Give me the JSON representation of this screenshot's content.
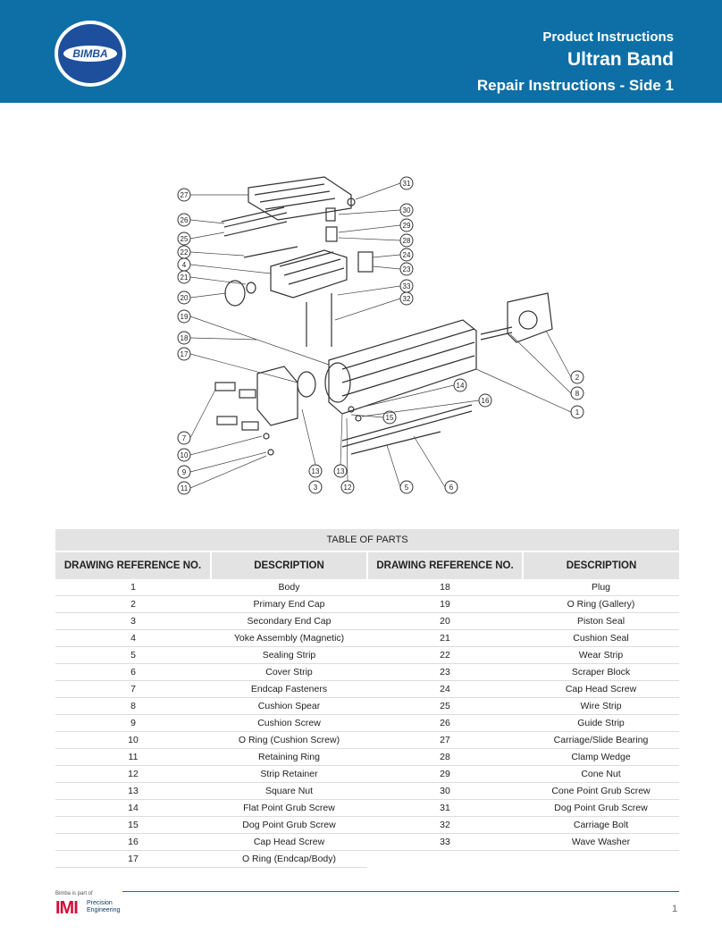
{
  "header": {
    "brand": "BIMBA",
    "supertitle": "Product Instructions",
    "title": "Ultran Band",
    "subtitle": "Repair Instructions - Side 1"
  },
  "drawing": {
    "callouts": [
      "27",
      "26",
      "25",
      "22",
      "4",
      "21",
      "20",
      "19",
      "18",
      "17",
      "7",
      "10",
      "9",
      "11",
      "31",
      "30",
      "29",
      "28",
      "24",
      "23",
      "33",
      "32",
      "2",
      "8",
      "1",
      "14",
      "16",
      "15",
      "13",
      "3",
      "12",
      "13",
      "5",
      "6"
    ]
  },
  "table": {
    "title": "TABLE OF PARTS",
    "col_ref": "DRAWING REFERENCE NO.",
    "col_desc": "DESCRIPTION",
    "left": [
      [
        "1",
        "Body"
      ],
      [
        "2",
        "Primary End Cap"
      ],
      [
        "3",
        "Secondary End Cap"
      ],
      [
        "4",
        "Yoke Assembly (Magnetic)"
      ],
      [
        "5",
        "Sealing Strip"
      ],
      [
        "6",
        "Cover Strip"
      ],
      [
        "7",
        "Endcap Fasteners"
      ],
      [
        "8",
        "Cushion Spear"
      ],
      [
        "9",
        "Cushion Screw"
      ],
      [
        "10",
        "O Ring (Cushion Screw)"
      ],
      [
        "11",
        "Retaining Ring"
      ],
      [
        "12",
        "Strip Retainer"
      ],
      [
        "13",
        "Square Nut"
      ],
      [
        "14",
        "Flat Point Grub Screw"
      ],
      [
        "15",
        "Dog Point Grub Screw"
      ],
      [
        "16",
        "Cap Head Screw"
      ],
      [
        "17",
        "O Ring (Endcap/Body)"
      ]
    ],
    "right": [
      [
        "18",
        "Plug"
      ],
      [
        "19",
        "O Ring (Gallery)"
      ],
      [
        "20",
        "Piston Seal"
      ],
      [
        "21",
        "Cushion Seal"
      ],
      [
        "22",
        "Wear Strip"
      ],
      [
        "23",
        "Scraper Block"
      ],
      [
        "24",
        "Cap Head Screw"
      ],
      [
        "25",
        "Wire Strip"
      ],
      [
        "26",
        "Guide Strip"
      ],
      [
        "27",
        "Carriage/Slide Bearing"
      ],
      [
        "28",
        "Clamp Wedge"
      ],
      [
        "29",
        "Cone Nut"
      ],
      [
        "30",
        "Cone Point Grub Screw"
      ],
      [
        "31",
        "Dog Point Grub Screw"
      ],
      [
        "32",
        "Carriage Bolt"
      ],
      [
        "33",
        "Wave Washer"
      ]
    ]
  },
  "footer": {
    "part_of": "Bimba is part of",
    "imi_logo": "IMI",
    "imi_line1": "Precision",
    "imi_line2": "Engineering",
    "page_number": "1"
  }
}
